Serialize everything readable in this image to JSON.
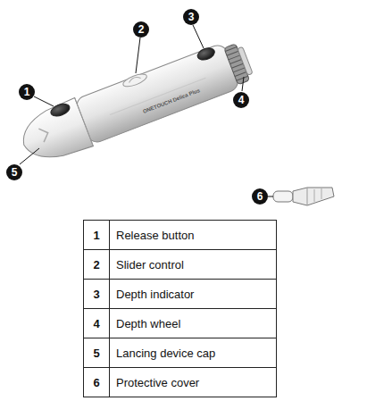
{
  "diagram": {
    "nodes": [
      {
        "text": [
          "1"
        ]
      },
      {
        "text": [
          "2"
        ]
      },
      {
        "text": [
          "3"
        ]
      },
      {
        "text": [
          "4"
        ]
      },
      {
        "text": [
          "5"
        ]
      },
      {
        "text": [
          "6"
        ]
      }
    ],
    "labels": [
      "ONETOUCH Delica Plus",
      "1",
      "Release button",
      "2",
      "Slider control",
      "3",
      "Depth indicator",
      "4",
      "Depth wheel",
      "5",
      "Lancing device cap",
      "6",
      "Protective cover"
    ]
  }
}
